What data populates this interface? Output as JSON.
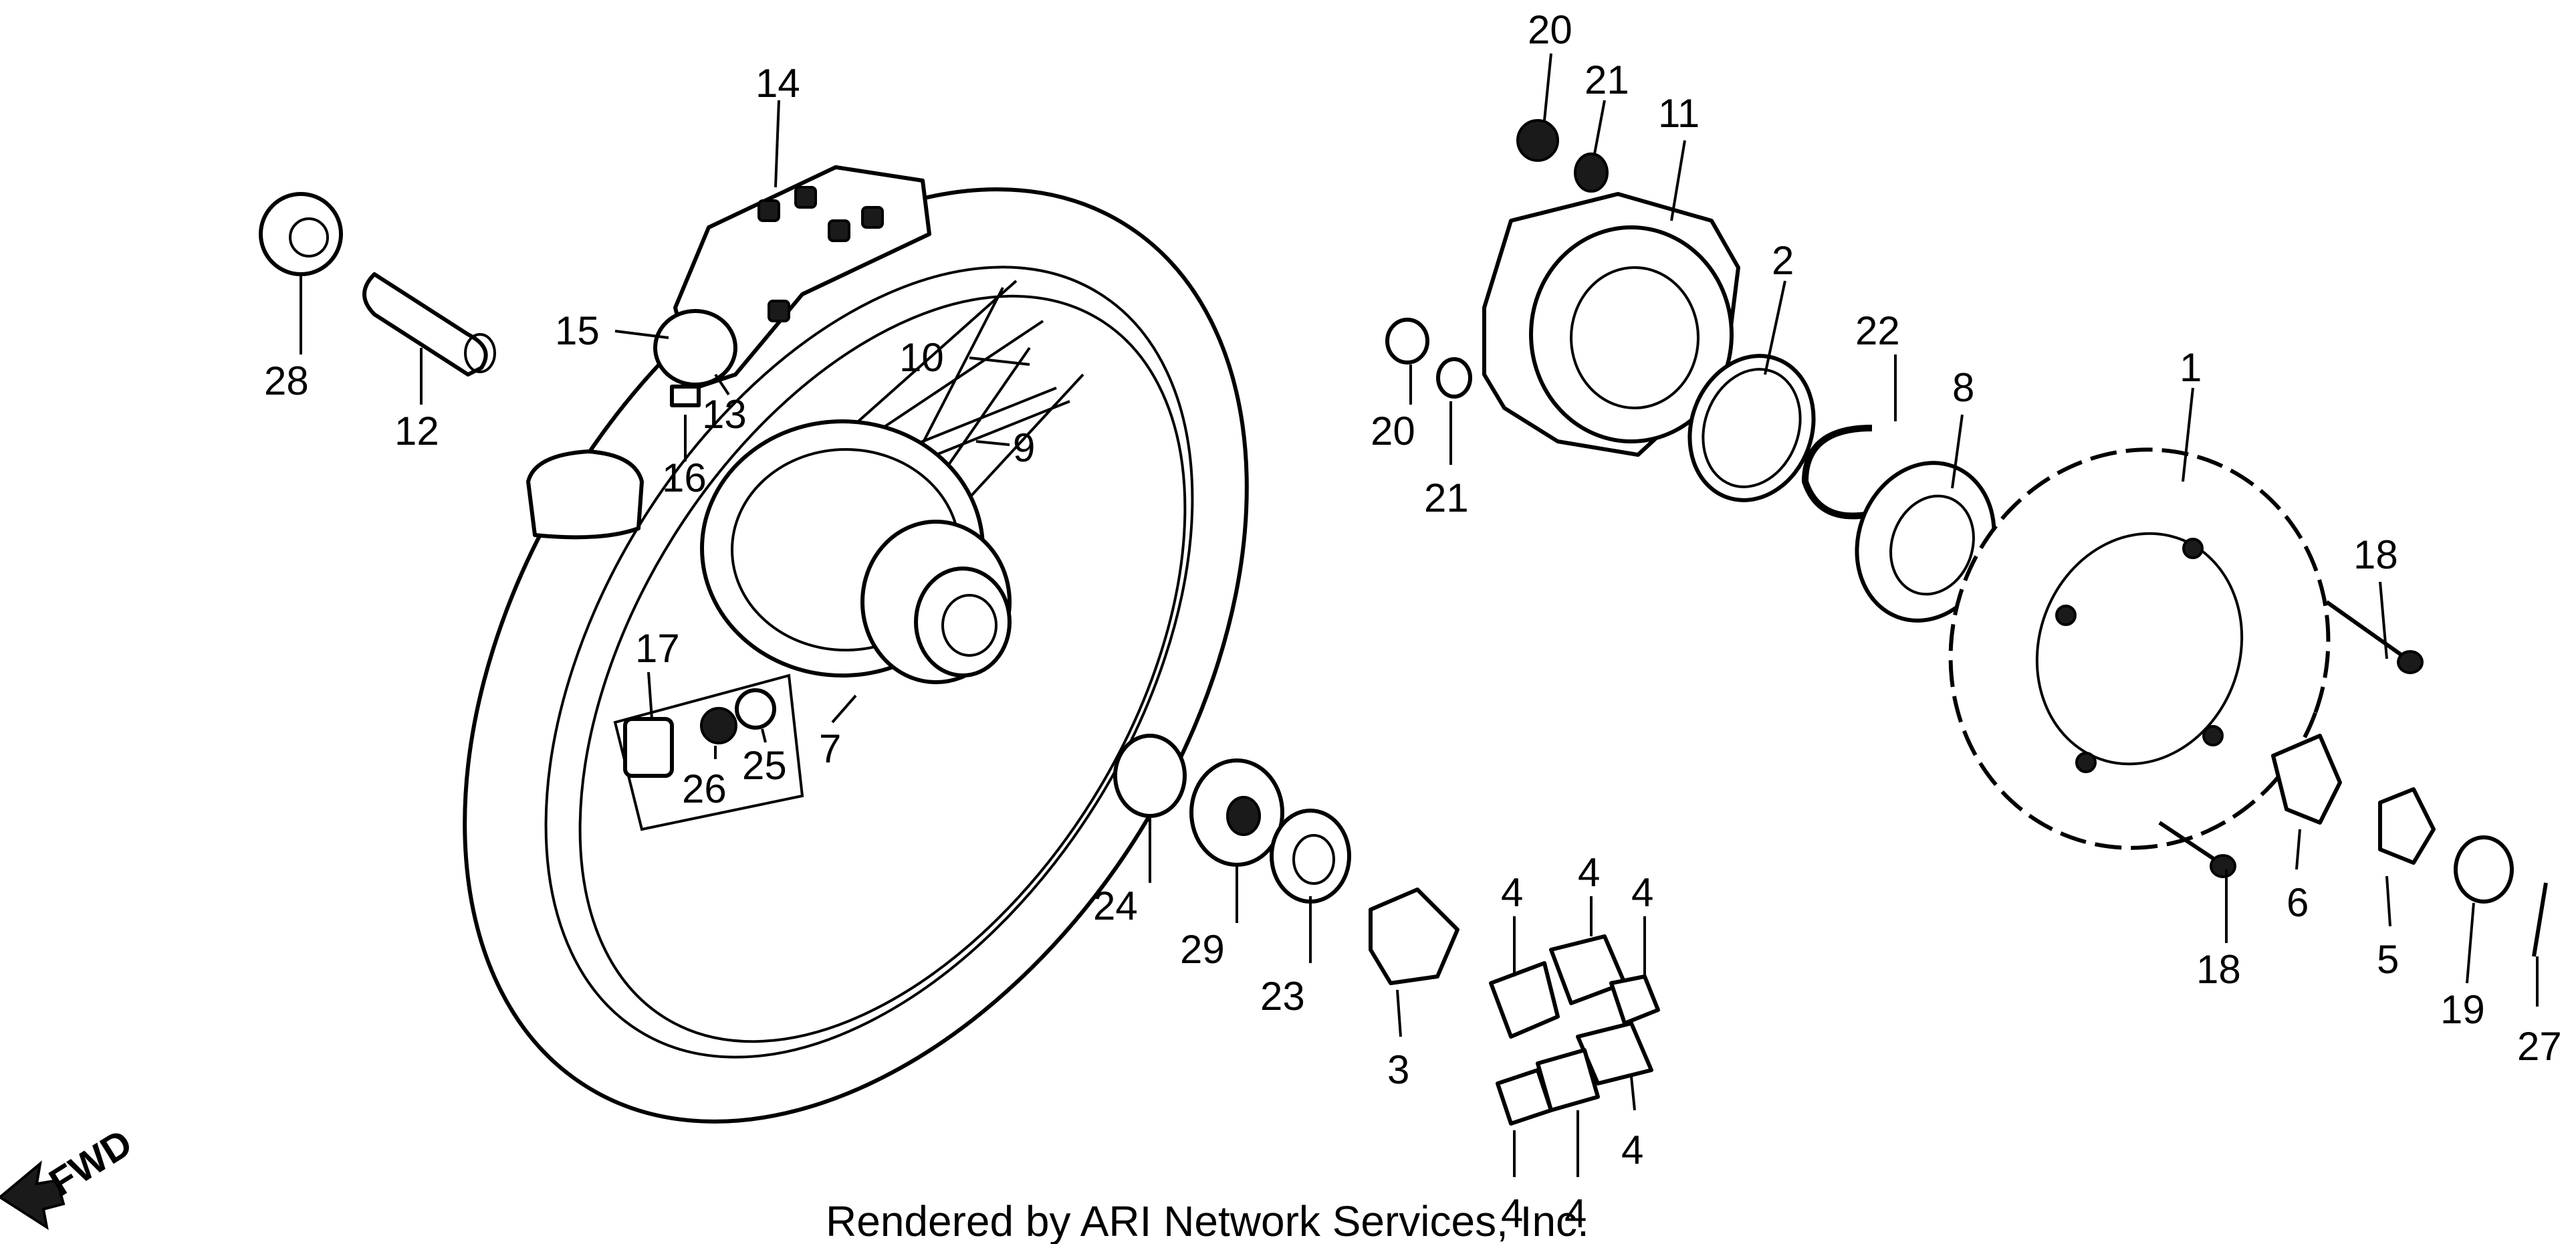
{
  "callouts": [
    {
      "id": "c1",
      "label": "1"
    },
    {
      "id": "c2",
      "label": "2"
    },
    {
      "id": "c3",
      "label": "3"
    },
    {
      "id": "c4a",
      "label": "4"
    },
    {
      "id": "c4b",
      "label": "4"
    },
    {
      "id": "c4c",
      "label": "4"
    },
    {
      "id": "c4d",
      "label": "4"
    },
    {
      "id": "c4e",
      "label": "4"
    },
    {
      "id": "c4f",
      "label": "4"
    },
    {
      "id": "c5",
      "label": "5"
    },
    {
      "id": "c6",
      "label": "6"
    },
    {
      "id": "c7",
      "label": "7"
    },
    {
      "id": "c8",
      "label": "8"
    },
    {
      "id": "c9",
      "label": "9"
    },
    {
      "id": "c10",
      "label": "10"
    },
    {
      "id": "c11",
      "label": "11"
    },
    {
      "id": "c12",
      "label": "12"
    },
    {
      "id": "c13",
      "label": "13"
    },
    {
      "id": "c14",
      "label": "14"
    },
    {
      "id": "c15",
      "label": "15"
    },
    {
      "id": "c16",
      "label": "16"
    },
    {
      "id": "c17",
      "label": "17"
    },
    {
      "id": "c18a",
      "label": "18"
    },
    {
      "id": "c18b",
      "label": "18"
    },
    {
      "id": "c19",
      "label": "19"
    },
    {
      "id": "c20a",
      "label": "20"
    },
    {
      "id": "c20b",
      "label": "20"
    },
    {
      "id": "c21a",
      "label": "21"
    },
    {
      "id": "c21b",
      "label": "21"
    },
    {
      "id": "c22",
      "label": "22"
    },
    {
      "id": "c23",
      "label": "23"
    },
    {
      "id": "c24",
      "label": "24"
    },
    {
      "id": "c25",
      "label": "25"
    },
    {
      "id": "c26",
      "label": "26"
    },
    {
      "id": "c27",
      "label": "27"
    },
    {
      "id": "c28",
      "label": "28"
    },
    {
      "id": "c29",
      "label": "29"
    }
  ],
  "direction_label": "FWD",
  "credit": "Rendered by ARI Network Services, Inc."
}
